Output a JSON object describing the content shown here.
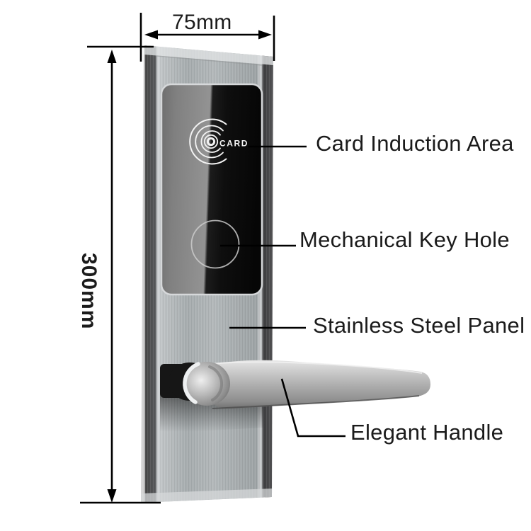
{
  "dimensions": {
    "width_label": "75mm",
    "height_label": "300mm"
  },
  "callouts": [
    {
      "id": "card-induction-area",
      "label": "Card Induction Area"
    },
    {
      "id": "mechanical-key-hole",
      "label": "Mechanical Key Hole"
    },
    {
      "id": "stainless-steel-panel",
      "label": "Stainless Steel Panel"
    },
    {
      "id": "elegant-handle",
      "label": "Elegant Handle"
    }
  ],
  "lock": {
    "card_text": "CARD"
  },
  "colors": {
    "annotation_line": "#000000",
    "label_text": "#1b1b1b",
    "metal_face": "#aab0b2",
    "metal_bright": "#d3d6d8",
    "metal_edge_dark": "#414141",
    "glass_light_half": "#8f8f8f",
    "glass_dark_half": "#0d0d0d",
    "ring_icon": "#f2f2f2"
  }
}
